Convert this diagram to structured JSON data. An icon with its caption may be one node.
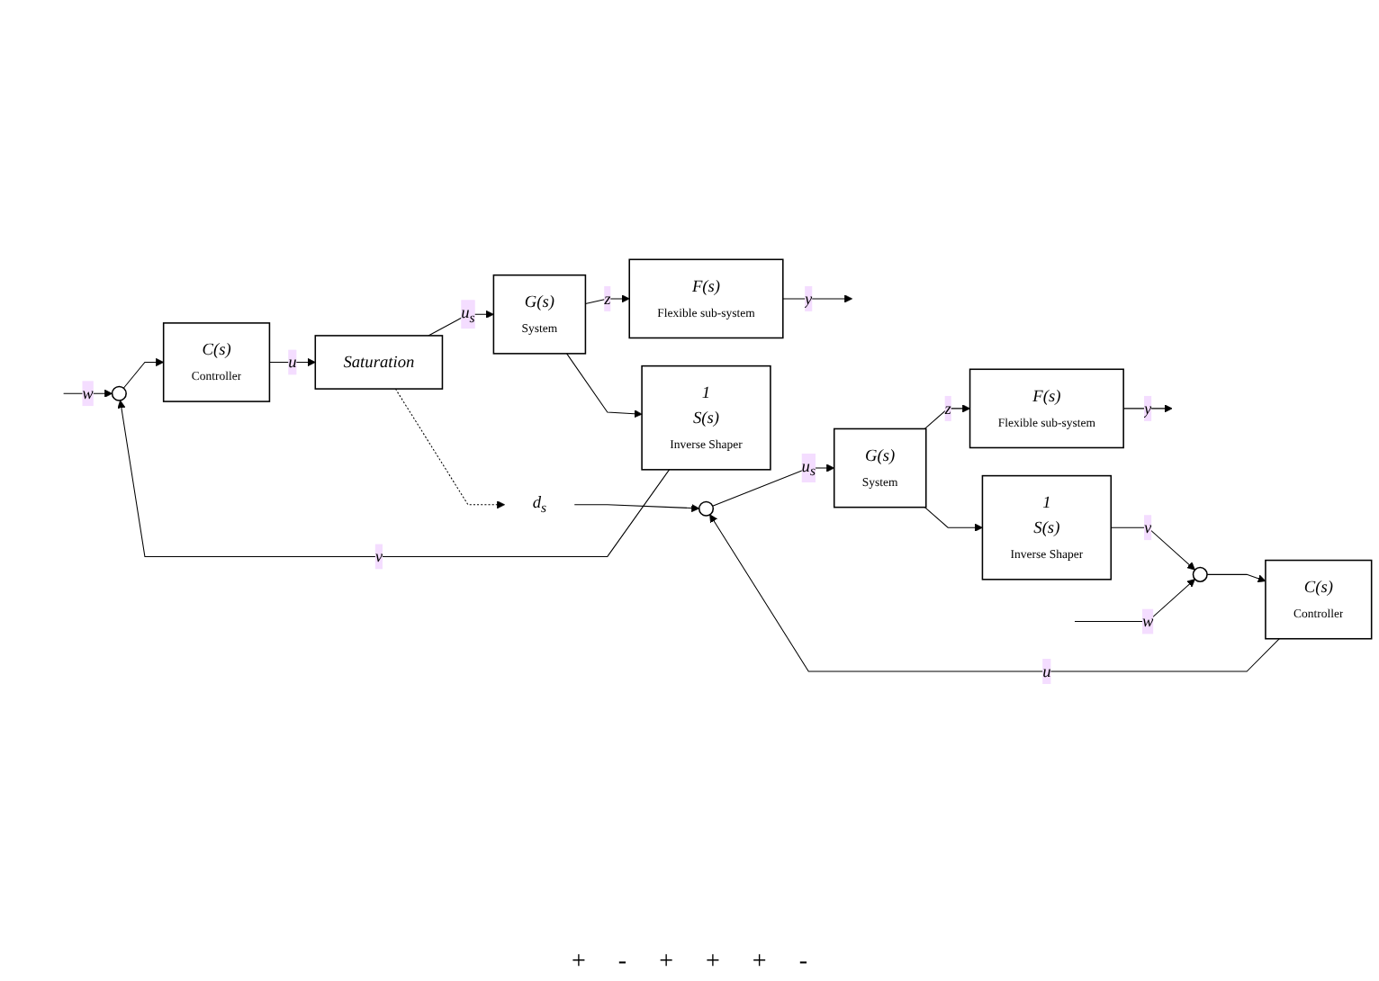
{
  "diagram": {
    "nodes": [
      {
        "text": [],
        "shape": "circle"
      },
      {
        "text": [
          "C(s)",
          "Controller"
        ]
      },
      {
        "text": [
          "Saturation"
        ]
      },
      {
        "text": [
          "G(s)",
          "System"
        ]
      },
      {
        "text": [
          "F(s)",
          "Flexible sub-system"
        ]
      },
      {
        "text": [
          "1",
          "S(s)",
          "Inverse Shaper"
        ]
      },
      {
        "text": [
          "d$_{s}$"
        ]
      },
      {
        "text": [],
        "shape": "circle"
      },
      {
        "text": [
          "C(s)",
          "Controller"
        ]
      },
      {
        "text": [],
        "shape": "circle"
      },
      {
        "text": [
          "G(s)",
          "System"
        ]
      },
      {
        "text": [
          "F(s)",
          "Flexible sub-system"
        ]
      },
      {
        "text": [
          "1",
          "S(s)",
          "Inverse Shaper"
        ]
      }
    ],
    "edges": [
      {
        "from": null,
        "to": 0,
        "arrow": "to",
        "label": "w"
      },
      {
        "from": 0,
        "to": 1,
        "arrow": "to"
      },
      {
        "from": 1,
        "to": 2,
        "arrow": "to",
        "label": "u"
      },
      {
        "from": 2,
        "to": 3,
        "arrow": "to",
        "label": "u$_{s}$"
      },
      {
        "from": 3,
        "to": 4,
        "arrow": "to",
        "label": "z"
      },
      {
        "from": 4,
        "to": null,
        "arrow": "to",
        "label": "y"
      },
      {
        "from": 3,
        "to": 5,
        "arrow": "to"
      },
      {
        "from": 5,
        "to": 0,
        "arrow": "to",
        "label": "v"
      },
      {
        "from": 2,
        "to": 6,
        "arrow": "to",
        "style": "dashed"
      },
      {
        "from": null,
        "to": 7,
        "arrow": "to",
        "label": "w"
      },
      {
        "from": 7,
        "to": 8,
        "arrow": "to"
      },
      {
        "from": 8,
        "to": 9,
        "arrow": "to",
        "label": "u"
      },
      {
        "from": 6,
        "to": 9,
        "arrow": "to"
      },
      {
        "from": 9,
        "to": 10,
        "arrow": "to",
        "label": "u$_{s}$"
      },
      {
        "from": 10,
        "to": 11,
        "arrow": "to",
        "label": "z"
      },
      {
        "from": 11,
        "to": null,
        "arrow": "to",
        "label": "y"
      },
      {
        "from": 10,
        "to": 12,
        "arrow": "to"
      },
      {
        "from": 12,
        "to": 7,
        "arrow": "to",
        "label": "v"
      }
    ],
    "labels": [
      "+",
      "-",
      "+",
      "+",
      "+",
      "-"
    ]
  }
}
